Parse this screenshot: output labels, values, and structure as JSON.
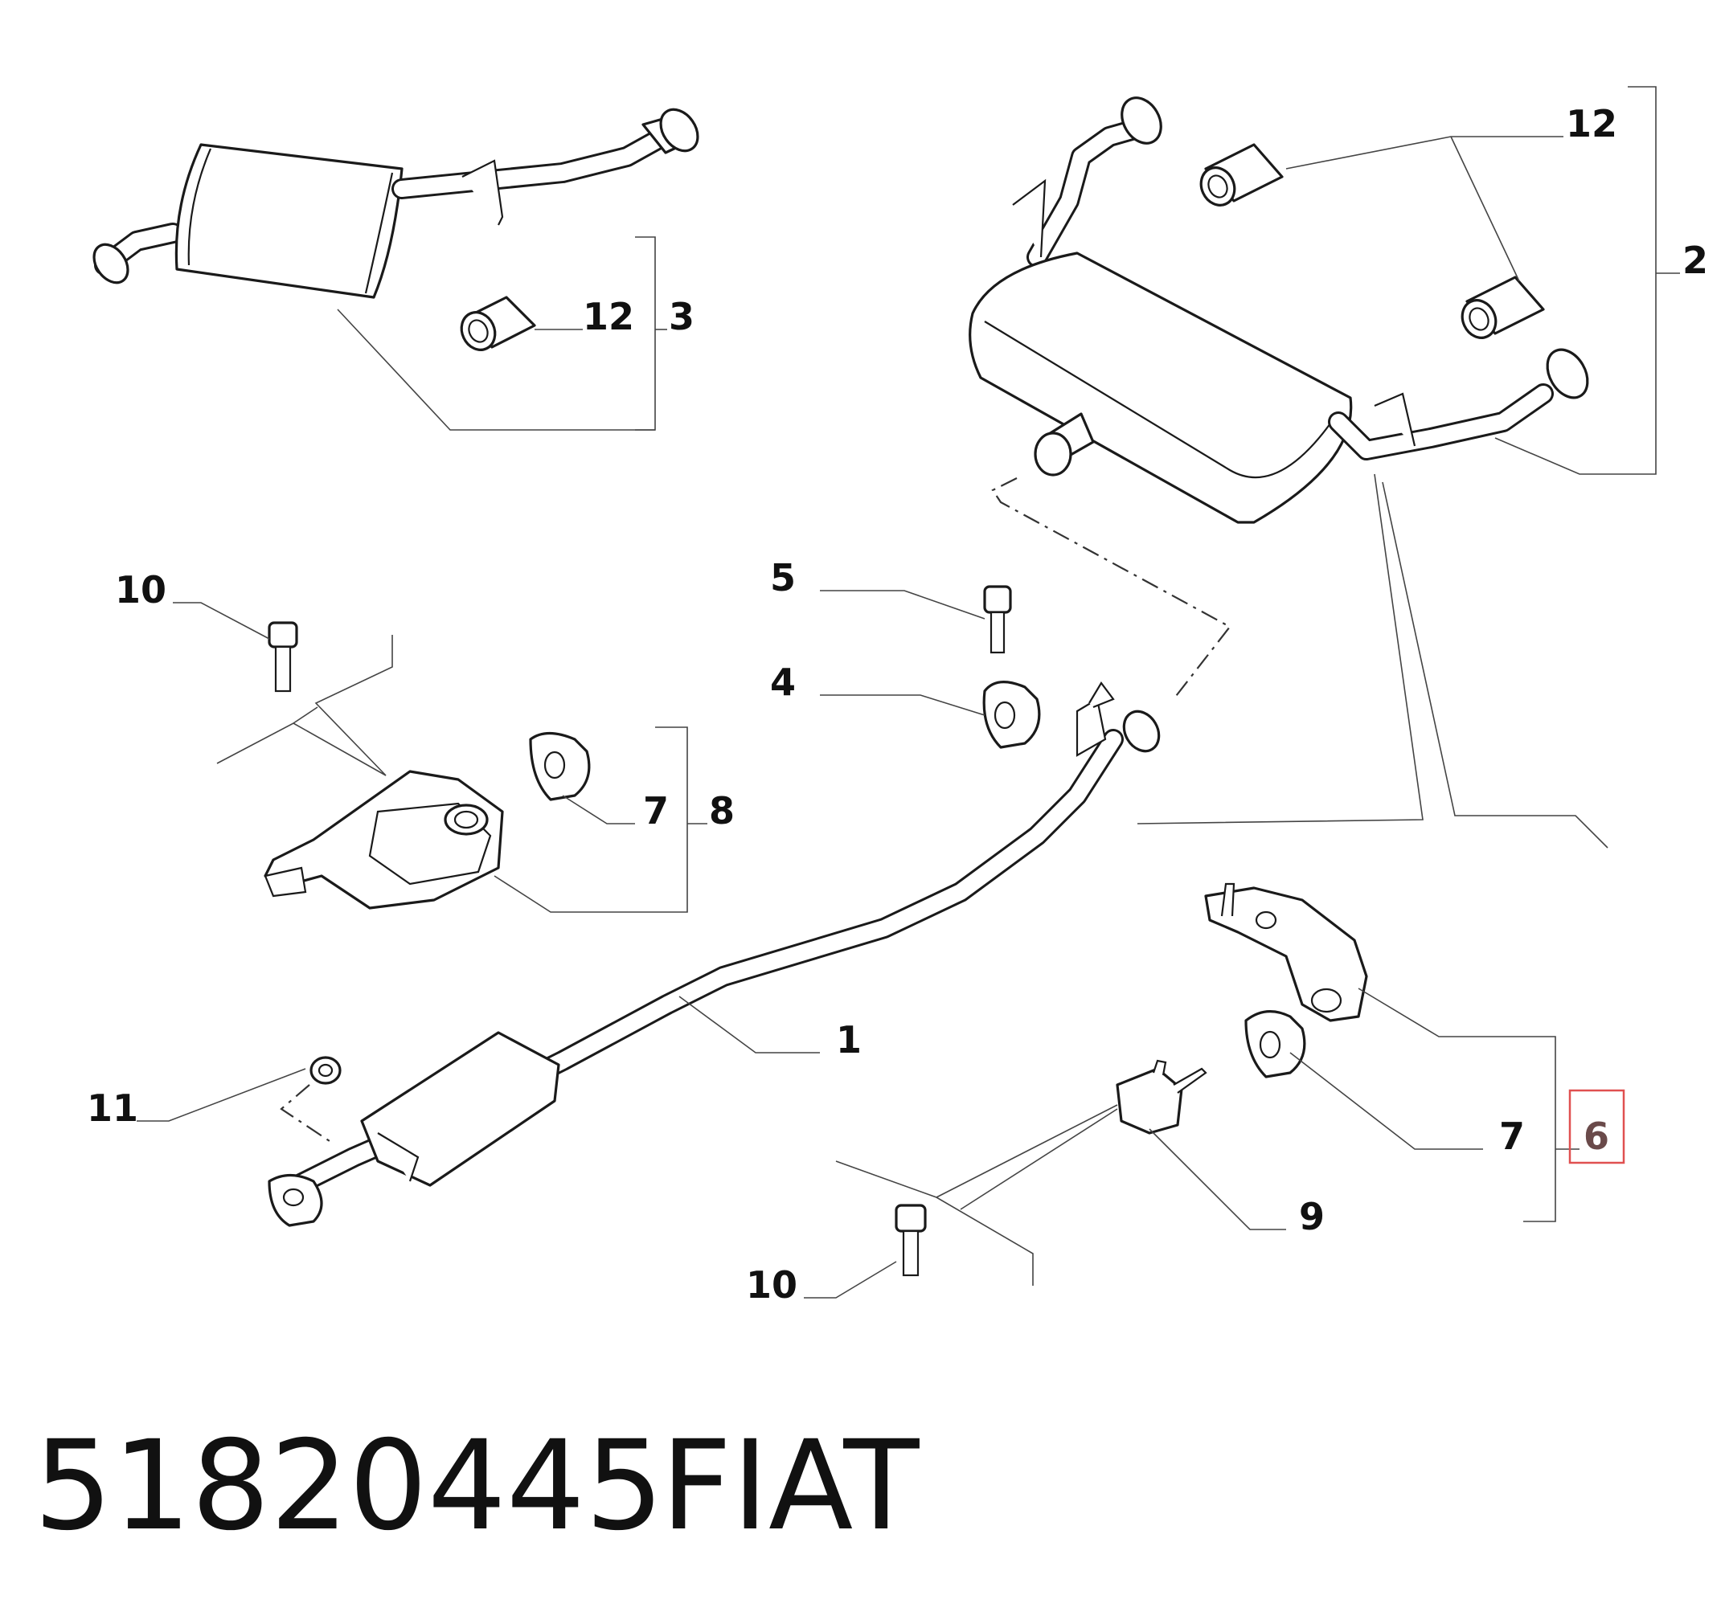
{
  "title": {
    "part_number": "51820445",
    "brand": "FIAT"
  },
  "callouts": {
    "c1": "1",
    "c2": "2",
    "c3": "3",
    "c4": "4",
    "c5": "5",
    "c6": "6",
    "c7a": "7",
    "c7b": "7",
    "c8": "8",
    "c9": "9",
    "c10a": "10",
    "c10b": "10",
    "c11": "11",
    "c12a": "12",
    "c12b": "12"
  },
  "colors": {
    "line": "#1a1a1a",
    "highlight_border": "#e05050",
    "highlight_text": "#6a4a4a"
  }
}
